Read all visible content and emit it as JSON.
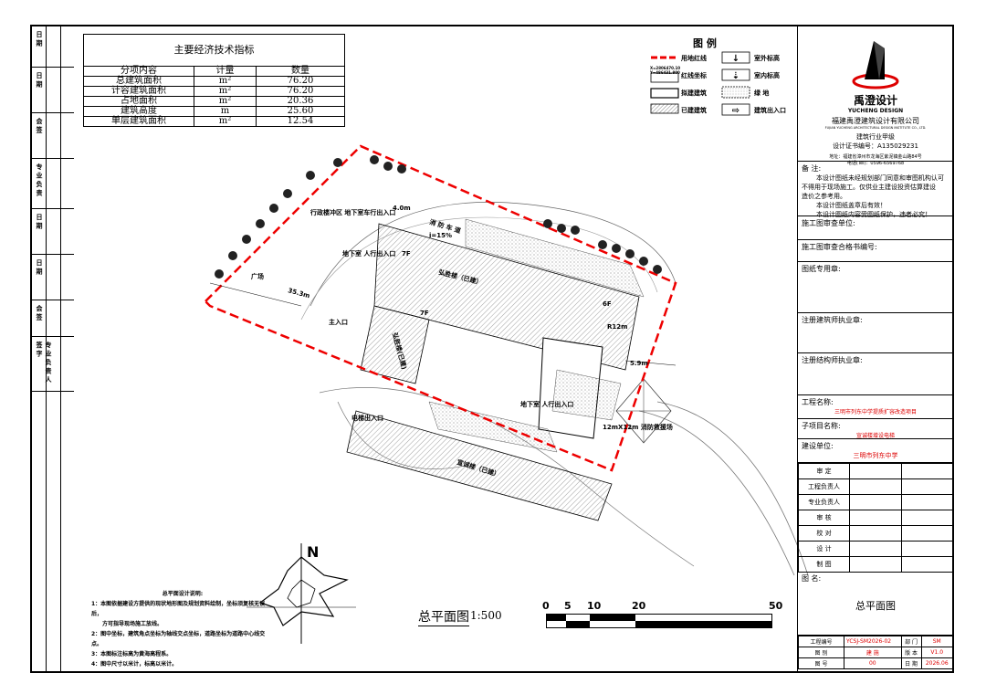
{
  "left_strip": [
    {
      "label": "日 期"
    },
    {
      "label": "日 期"
    },
    {
      "label": "会 签"
    },
    {
      "label": "专 业 负 责"
    },
    {
      "label": "日 期"
    },
    {
      "label": "日 期"
    },
    {
      "label": "会 签"
    },
    {
      "label": "专 业 负 责 人 签 字"
    }
  ],
  "tech_table": {
    "title": "主要经济技术指标",
    "headers": [
      "分项内容",
      "计量",
      "数量"
    ],
    "rows": [
      [
        "总建筑面积",
        "m²",
        "76.20"
      ],
      [
        "计容建筑面积",
        "m²",
        "76.20"
      ],
      [
        "占地面积",
        "m²",
        "20.36"
      ],
      [
        "建筑高度",
        "m",
        "25.60"
      ],
      [
        "单层建筑面积",
        "m²",
        "12.54"
      ]
    ]
  },
  "legend": {
    "title": "图 例",
    "items": [
      {
        "label": "用地红线"
      },
      {
        "label": "室外标高"
      },
      {
        "label": "红线坐标"
      },
      {
        "label": "室内标高"
      },
      {
        "label": "拟建建筑"
      },
      {
        "label": "绿 地"
      },
      {
        "label": "已建建筑"
      },
      {
        "label": "建筑出入口"
      }
    ],
    "coord1": "X=2806470.10",
    "coord2": "Y=486431.800"
  },
  "company": {
    "brand": "禹澄设计",
    "brand_en": "YUCHENG DESIGN",
    "name": "福建禹澄建筑设计有限公司",
    "name_en": "FUJIAN YUCHENG ARCHITECTURAL DESIGN INSTITUTE CO., LTD.",
    "grade": "建筑行业甲级",
    "cert": "设计证书编号：A135029231",
    "address": "地址：福建省漳州市龙海区紫泥镇金山路84号",
    "phone": "电话(Tel)：0596-6569768"
  },
  "remarks": {
    "title": "备 注:",
    "lines": [
      "本设计图纸未经规划部门同意和审图机构认可",
      "不得用于现场施工。仅供业主建设投资估算建设",
      "造价之参考用。",
      "本设计图纸盖章后有效！",
      "本设计图纸内容受图纸保护，违者必究！"
    ]
  },
  "stamps": [
    {
      "label": "施工图审查单位:"
    },
    {
      "label": "施工图审查合格书编号:"
    },
    {
      "label": "图纸专用章:"
    },
    {
      "label": "注册建筑师执业章:"
    },
    {
      "label": "注册结构师执业章:"
    }
  ],
  "project": {
    "name_label": "工程名称:",
    "name_value": "三明市列东中学提质扩容改造项目",
    "sub_label": "子项目名称:",
    "sub_value": "宣诚楼增设电梯",
    "unit_label": "建设单位:",
    "unit_value": "三明市列东中学"
  },
  "signatures": [
    {
      "label": "审 定"
    },
    {
      "label": "工程负责人"
    },
    {
      "label": "专业负责人"
    },
    {
      "label": "审 核"
    },
    {
      "label": "校 对"
    },
    {
      "label": "设 计"
    },
    {
      "label": "制 图"
    }
  ],
  "drawing_name_label": "图 名:",
  "drawing_name": "总平面图",
  "bottom_rows": [
    [
      "工程编号",
      "YCSJ-SM2026-02",
      "部 门",
      "SM"
    ],
    [
      "图 别",
      "建 施",
      "版 本",
      "V1.0"
    ],
    [
      "图 号",
      "00",
      "日 期",
      "2026.06"
    ]
  ],
  "map_labels": {
    "fire_lane": "消 防 车 道",
    "hongsheng": "弘胜楼（已建）",
    "hongsheng2": "弘胜楼(已建)",
    "xuancheng": "宣诚楼（已建）",
    "guangchang": "广场",
    "main_entry": "主入口",
    "exit_crowd": "行政楼冲区\n地下室车行出入口",
    "underground_ped1": "地下室\n人行出入口",
    "underground_ped2": "地下室\n人行出入口",
    "elevator": "电梯出入口",
    "fire_site": "12mX12m\n消防救援场",
    "dim1": "35.3m",
    "dim2": "5.9m",
    "dim3": "R12m",
    "dim4": "4.0m",
    "f_label1": "7F",
    "f_label2": "6F",
    "f_label3": "7F",
    "slope": "i=15%"
  },
  "north": "N",
  "drawing_title": "总平面图",
  "scale": "1:500",
  "scale_marks": [
    "0",
    "5",
    "10",
    "20",
    "50"
  ],
  "notes": {
    "title": "总平面设计说明:",
    "lines": [
      "1：本图依据建设方提供的现状地形图及规划资料绘制，坐标须复核无误后，",
      "方可指导现场施工放线。",
      "2：图中坐标，建筑角点坐标为轴线交点坐标，道路坐标为道路中心线交点。",
      "3：本图标注标高为黄海高程系。",
      "4：图中尺寸以米计，标高以米计。"
    ]
  }
}
